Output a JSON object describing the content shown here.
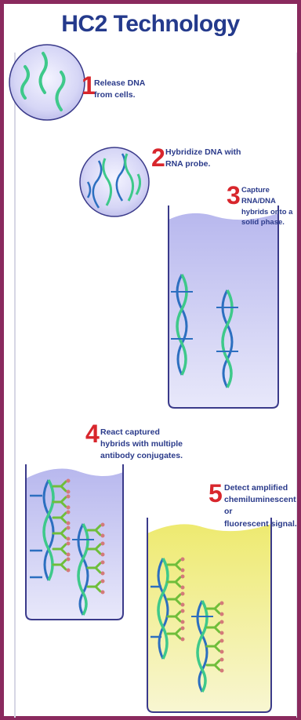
{
  "title": "HC2 Technology",
  "colors": {
    "border": "#8a2a5e",
    "title": "#243a8c",
    "step_number": "#d8262c",
    "step_text": "#2a3a8a",
    "liquid_blue": "#c8c8f0",
    "liquid_yellow": "#f2ee88",
    "dna_green": "#3ec98a",
    "dna_blue": "#2c6fc0",
    "antibody_green": "#6fbe3a",
    "label_pink": "#d47a7a"
  },
  "steps": [
    {
      "number": "1",
      "lines": [
        "Release DNA",
        "from cells."
      ]
    },
    {
      "number": "2",
      "lines": [
        "Hybridize DNA with",
        "RNA probe."
      ]
    },
    {
      "number": "3",
      "lines": [
        "Capture RNA/DNA",
        "hybrids onto a",
        "solid phase."
      ]
    },
    {
      "number": "4",
      "lines": [
        "React captured",
        "hybrids with multiple",
        "antibody conjugates."
      ]
    },
    {
      "number": "5",
      "lines": [
        "Detect amplified",
        "chemiluminescent or",
        "fluorescent signal."
      ]
    }
  ]
}
